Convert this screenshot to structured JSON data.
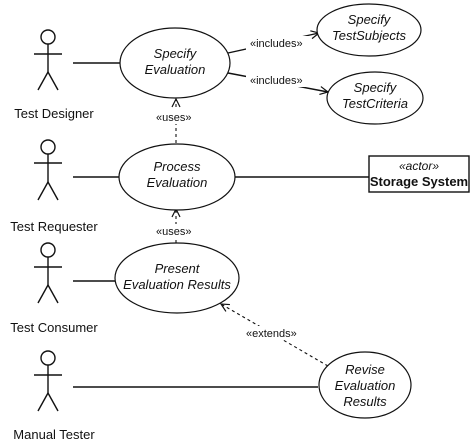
{
  "actors": [
    {
      "label": "Test Designer"
    },
    {
      "label": "Test Requester"
    },
    {
      "label": "Test Consumer"
    },
    {
      "label": "Manual Tester"
    }
  ],
  "use_cases": {
    "specify_evaluation": [
      "Specify",
      "Evaluation"
    ],
    "specify_test_subjects": [
      "Specify",
      "TestSubjects"
    ],
    "specify_test_criteria": [
      "Specify",
      "TestCriteria"
    ],
    "process_evaluation": [
      "Process",
      "Evaluation"
    ],
    "present_evaluation_results": [
      "Present",
      "Evaluation Results"
    ],
    "revise_evaluation_results": [
      "Revise",
      "Evaluation",
      "Results"
    ]
  },
  "relations": {
    "includes_subjects": "«includes»",
    "includes_criteria": "«includes»",
    "uses_top": "«uses»",
    "uses_bottom": "«uses»",
    "extends": "«extends»"
  },
  "storage_system": {
    "stereotype": "«actor»",
    "name": "Storage System"
  }
}
